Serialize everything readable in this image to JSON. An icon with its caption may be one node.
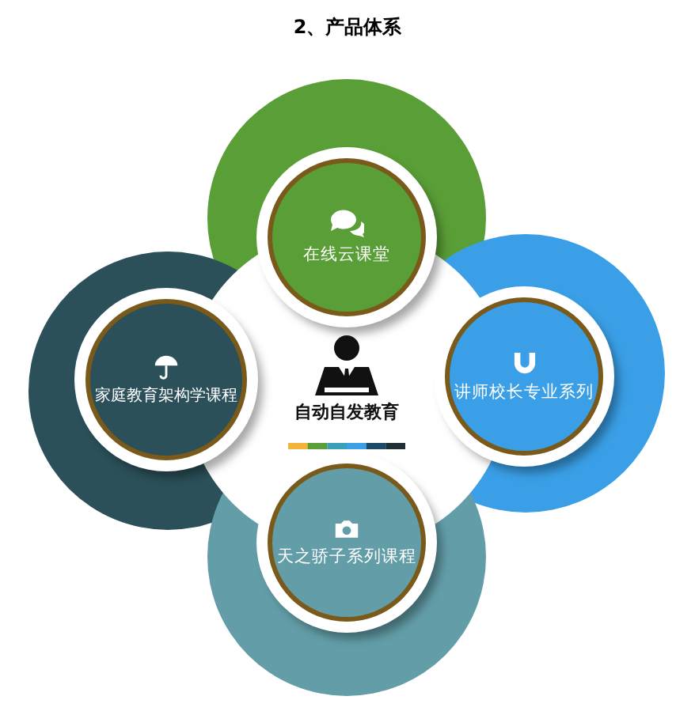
{
  "diagram": {
    "title": "2、产品体系",
    "nodes": [
      {
        "text": [
          "在线云课堂"
        ]
      },
      {
        "text": [
          "家庭教育架构学课程"
        ]
      },
      {
        "text": [
          "自动自发教育"
        ]
      },
      {
        "text": [
          "讲师校长专业系列"
        ]
      },
      {
        "text": [
          "天之骄子系列课程"
        ]
      }
    ]
  }
}
